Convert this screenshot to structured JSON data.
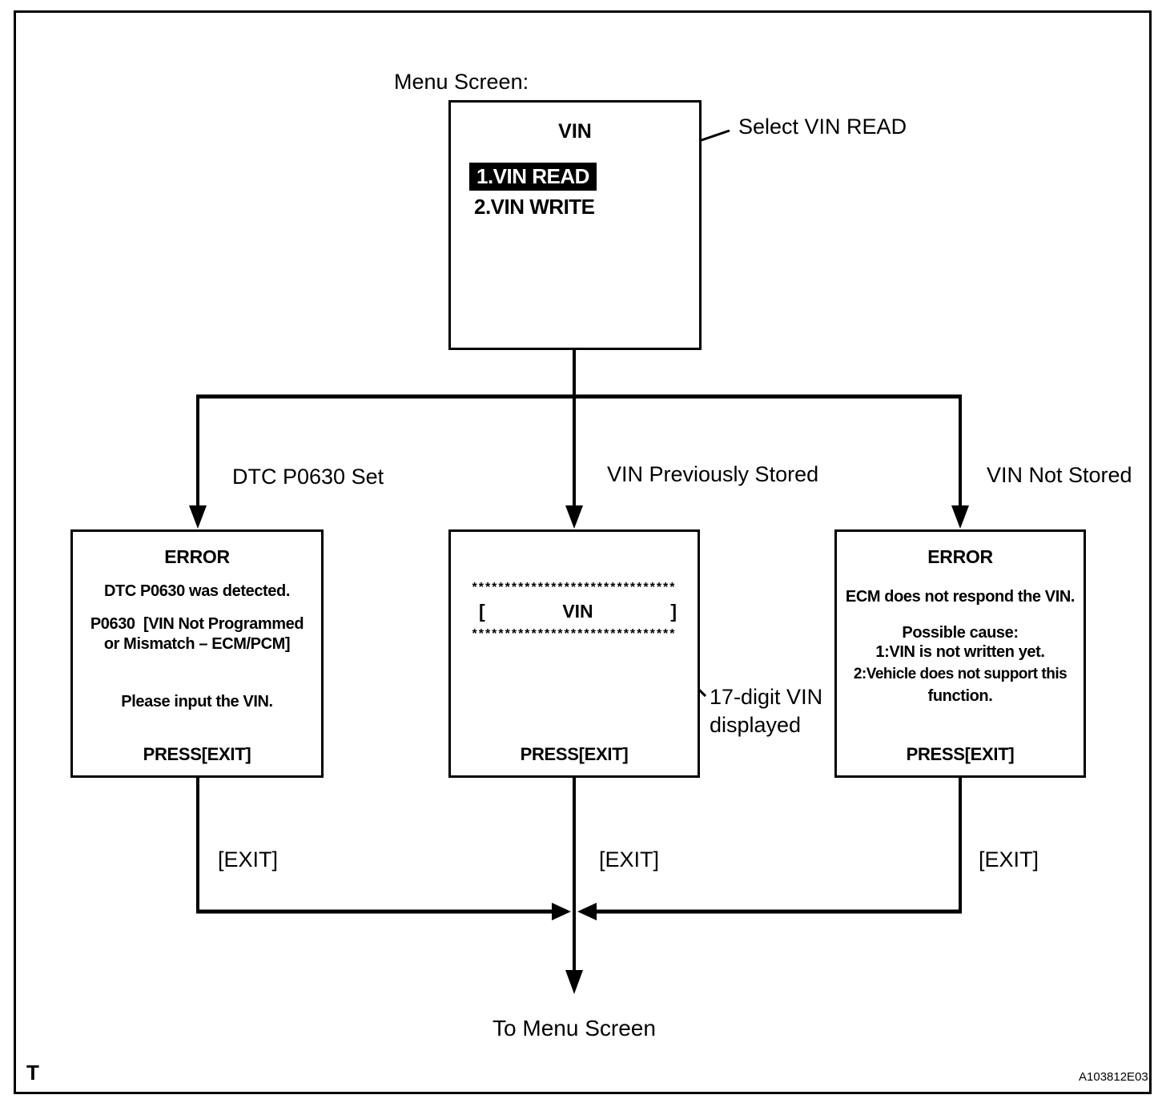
{
  "menu": {
    "heading": "Menu Screen:",
    "screen_title": "VIN",
    "item1": "1.VIN READ",
    "item2": "2.VIN WRITE",
    "callout": "Select VIN READ"
  },
  "branches": {
    "left_label": "DTC P0630 Set",
    "middle_label": "VIN Previously Stored",
    "right_label": "VIN Not Stored"
  },
  "screens": {
    "dtc_error": {
      "title": "ERROR",
      "line1": "DTC P0630 was detected.",
      "line2": "P0630  [VIN Not Programmed",
      "line3": "or Mismatch – ECM/PCM]",
      "line4": "Please input the VIN.",
      "footer": "PRESS[EXIT]"
    },
    "vin_display": {
      "stars_top": "*******************************",
      "bracket_open": "[",
      "vin_label": "VIN",
      "bracket_close": "]",
      "stars_bottom": "*******************************",
      "footer": "PRESS[EXIT]",
      "callout_line1": "17-digit VIN",
      "callout_line2": "displayed"
    },
    "no_response_error": {
      "title": "ERROR",
      "line1": "ECM does not respond the VIN.",
      "line2": "Possible cause:",
      "line3": "1:VIN is not written yet.",
      "line4": "2:Vehicle does not support this",
      "line5": "function.",
      "footer": "PRESS[EXIT]"
    }
  },
  "exits": {
    "left": "[EXIT]",
    "middle": "[EXIT]",
    "right": "[EXIT]"
  },
  "footer": {
    "to_menu": "To Menu Screen",
    "page_letter": "T",
    "figure_code": "A103812E03"
  },
  "colors": {
    "ink": "#000000",
    "paper": "#ffffff",
    "highlight_bg": "#000000",
    "highlight_text": "#ffffff"
  }
}
